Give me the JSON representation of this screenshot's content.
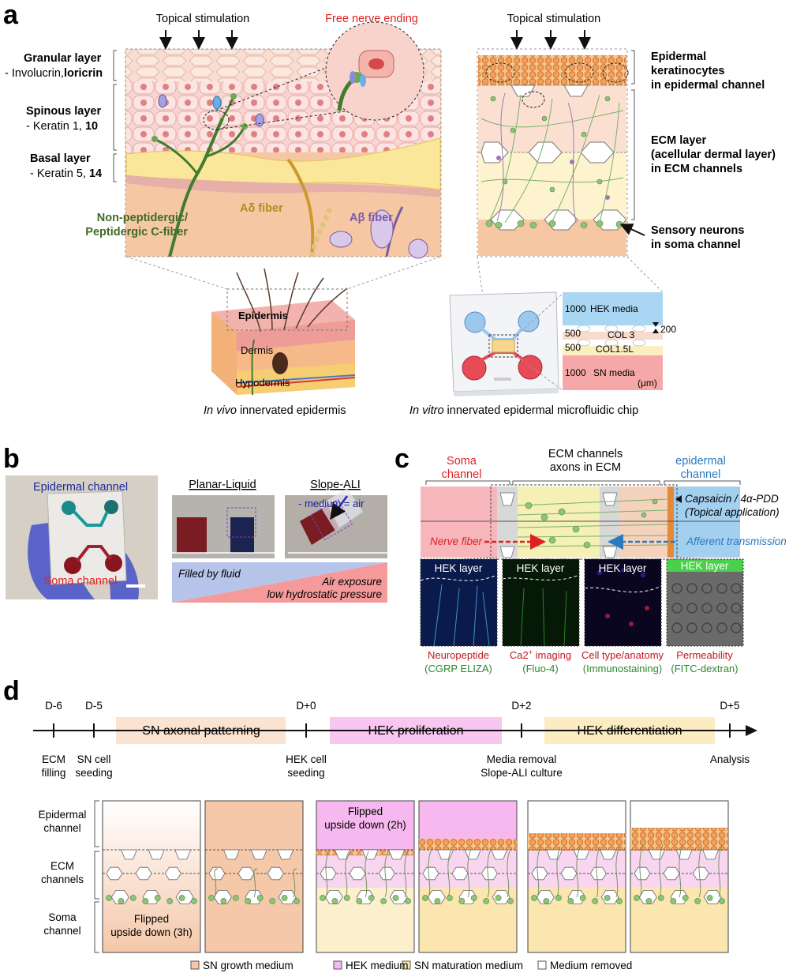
{
  "panel_a": {
    "letter": "a",
    "topical_left": "Topical stimulation",
    "topical_right": "Topical stimulation",
    "free_nerve_ending": "Free nerve ending",
    "granular": {
      "title": "Granular layer",
      "sub_prefix": "- Involucrin,",
      "sub_bold": "loricrin"
    },
    "spinous": {
      "title": "Spinous layer",
      "sub_prefix": "- Keratin 1, ",
      "sub_bold": "10"
    },
    "basal": {
      "title": "Basal layer",
      "sub_prefix": "- Keratin 5, ",
      "sub_bold": "14"
    },
    "c_fiber_1": "Non-peptidergic/",
    "c_fiber_2": "Peptidergic C-fiber",
    "a_delta": "Aδ fiber",
    "a_beta": "Aβ fiber",
    "right_labels": {
      "epi_1": "Epidermal",
      "epi_2": "keratinocytes",
      "epi_3": "in epidermal channel",
      "ecm_1": "ECM layer",
      "ecm_2": "(acellular dermal layer)",
      "ecm_3": "in ECM channels",
      "sn_1": "Sensory neurons",
      "sn_2": "in soma channel"
    },
    "skin_block": {
      "epidermis": "Epidermis",
      "dermis": "Dermis",
      "hypodermis": "Hypodermis"
    },
    "in_vivo_it": "In vivo",
    "in_vivo_rest": " innervated epidermis",
    "in_vitro_it": "In vitro",
    "in_vitro_rest": " innervated epidermal microfluidic chip",
    "chip_cross_section": {
      "rows": [
        {
          "num": "1000",
          "label": "HEK media"
        },
        {
          "num": "500",
          "label": "COL 3"
        },
        {
          "num": "500",
          "label": "COL1.5L"
        },
        {
          "num": "1000",
          "label": "SN media"
        }
      ],
      "gap": "200",
      "unit": "(μm)"
    }
  },
  "panel_b": {
    "letter": "b",
    "epidermal_channel": "Epidermal channel",
    "soma_channel": "Soma channel",
    "planar_liquid": "Planar-Liquid",
    "slope_ali": "Slope-ALI",
    "medium_air": "- medium = air",
    "filled_by_fluid": "Filled by fluid",
    "air_exposure": "Air exposure",
    "low_pressure": "low hydrostatic pressure"
  },
  "panel_c": {
    "letter": "c",
    "soma_1": "Soma",
    "soma_2": "channel",
    "ecm_1": "ECM channels",
    "ecm_2": "axons in ECM",
    "epi_1": "epidermal",
    "epi_2": "channel",
    "capsaicin_1": "Capsaicin / 4α-PDD",
    "capsaicin_2": "(Topical application)",
    "nerve_fiber": "Nerve fiber",
    "afferent": "Afferent transmission",
    "hek_layer": "HEK layer",
    "assays": [
      {
        "title": "Neuropeptide",
        "title_sup": "",
        "title_rest": "",
        "sub": "(CGRP ELIZA)"
      },
      {
        "title": "Ca2",
        "title_sup": "+",
        "title_rest": " imaging",
        "sub": "(Fluo-4)"
      },
      {
        "title": "Cell type/anatomy",
        "title_sup": "",
        "title_rest": "",
        "sub": "(Immunostaining)"
      },
      {
        "title": "Permeability",
        "title_sup": "",
        "title_rest": "",
        "sub": "(FITC-dextran)"
      }
    ]
  },
  "panel_d": {
    "letter": "d",
    "days": [
      "D-6",
      "D-5",
      "D+0",
      "D+2",
      "D+5"
    ],
    "phases": [
      "SN axonal patterning",
      "HEK proliferation",
      "HEK differentiation"
    ],
    "events": [
      {
        "l1": "ECM",
        "l2": "filling"
      },
      {
        "l1": "SN cell",
        "l2": "seeding"
      },
      {
        "l1": "HEK cell",
        "l2": "seeding"
      },
      {
        "l1": "Media removal",
        "l2": "Slope-ALI culture"
      },
      {
        "l1": "Analysis",
        "l2": ""
      }
    ],
    "row_labels": [
      {
        "l1": "Epidermal",
        "l2": "channel"
      },
      {
        "l1": "ECM",
        "l2": "channels"
      },
      {
        "l1": "Soma",
        "l2": "channel"
      }
    ],
    "flipped_3h_1": "Flipped",
    "flipped_3h_2": "upside down (3h)",
    "flipped_2h_1": "Flipped",
    "flipped_2h_2": "upside down (2h)",
    "legend": [
      "SN growth medium",
      "HEK medium",
      "SN maturation medium",
      "Medium removed"
    ],
    "colors": {
      "sn_growth": "#f4c8a8",
      "hek": "#f4b8ee",
      "sn_maturation": "#fbe6b0",
      "removed": "#ffffff"
    }
  }
}
